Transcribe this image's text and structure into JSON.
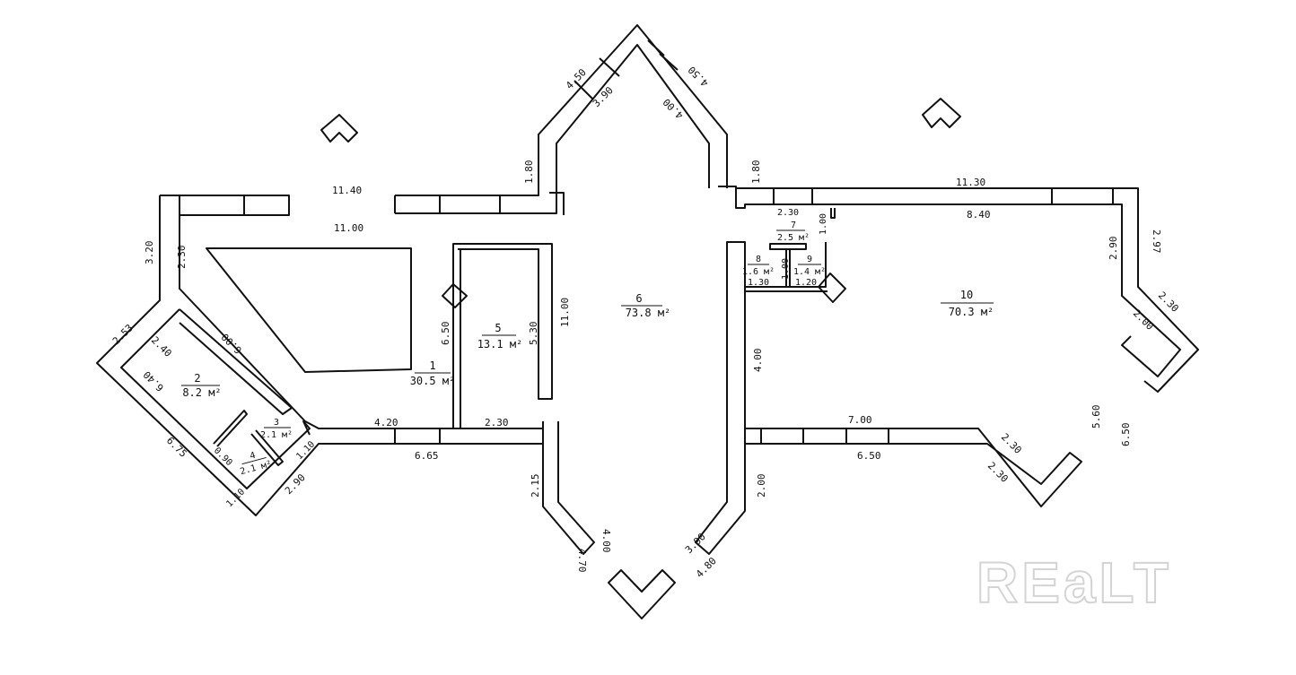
{
  "rooms": [
    {
      "num": "1",
      "area": "30.5 м²"
    },
    {
      "num": "2",
      "area": "8.2 м²"
    },
    {
      "num": "3",
      "area": "2.1 м²"
    },
    {
      "num": "4",
      "area": "2.1 м²"
    },
    {
      "num": "5",
      "area": "13.1 м²"
    },
    {
      "num": "6",
      "area": "73.8 м²"
    },
    {
      "num": "7",
      "area": "2.5 м²"
    },
    {
      "num": "8",
      "area": "1.6 м²"
    },
    {
      "num": "9",
      "area": "1.4 м²"
    },
    {
      "num": "10",
      "area": "70.3 м²"
    }
  ],
  "dimensions": [
    "11.40",
    "11.00",
    "3.20",
    "2.30",
    "2.53",
    "2.40",
    "6.00",
    "6.40",
    "6.75",
    "2.90",
    "4.20",
    "6.65",
    "2.30",
    "6.50",
    "5.30",
    "11.00",
    "4.50",
    "3.90",
    "4.50",
    "4.00",
    "1.80",
    "1.80",
    "11.30",
    "8.40",
    "2.30",
    "1.00",
    "1.30",
    "1.20",
    "1.00",
    "2.90",
    "2.97",
    "2.30",
    "2.00",
    "4.00",
    "7.00",
    "6.50",
    "2.30",
    "2.30",
    "5.60",
    "6.50",
    "2.15",
    "2.00",
    "3.90",
    "4.00",
    "4.80",
    "4.70",
    "1.10",
    "1.10",
    "0.90"
  ],
  "watermark": "REaLT"
}
